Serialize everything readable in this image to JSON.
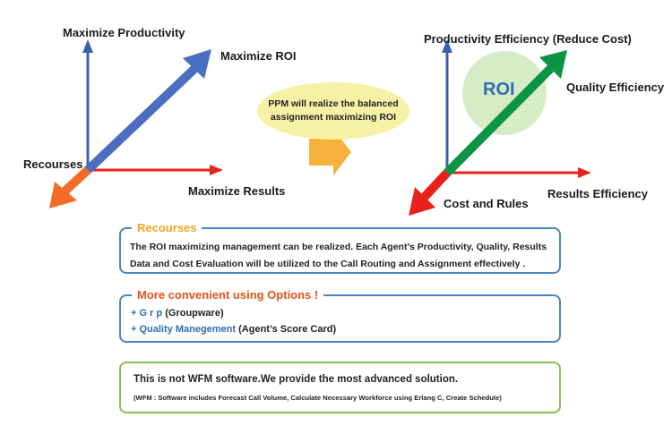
{
  "left_diagram": {
    "y_label": "Maximize Productivity",
    "diag_label": "Maximize ROI",
    "origin_label": "Recourses",
    "x_label": "Maximize Results"
  },
  "bubble": {
    "line1": "PPM will realize the balanced",
    "line2": "assignment maximizing ROI"
  },
  "right_diagram": {
    "y_label": "Productivity Efficiency (Reduce Cost)",
    "circle_label": "ROI",
    "diag_label": "Quality Efficiency",
    "origin_label": "Cost and Rules",
    "x_label": "Results Efficiency"
  },
  "box_recourses": {
    "legend": "Recourses",
    "line1": "The ROI maximizing management can be realized. Each Agent’s Productivity, Quality, Results",
    "line2": "Data and Cost Evaluation will be utilized to the Call Routing and Assignment effectively ."
  },
  "box_options": {
    "legend": "More convenient using Options !",
    "opt1_name": "+ G r p",
    "opt1_desc": "(Groupware)",
    "opt2_name": "+ Quality Manegement",
    "opt2_desc": "(Agent’s Score Card)"
  },
  "box_wfm": {
    "line1": "This is not WFM software.We provide the most advanced solution.",
    "line2": "(WFM : Software includes Forecast Call Volume, Calculate Necessary Workforce using Erlang C, Create Schedule)"
  },
  "colors": {
    "y_axis": "#3c5fae",
    "x_axis": "#e8221b",
    "roi_arrow_left": "#4a6fc0",
    "down_arrow_left": "#f26c27",
    "roi_arrow_right": "#0b9444",
    "down_arrow_right": "#e8221b",
    "roi_circle": "#d6ecc6",
    "bubble": "#f7f1a6",
    "big_arrow": "#f6b13c",
    "box_blue_border": "#4a86bd",
    "box_green_border": "#86c24a"
  }
}
